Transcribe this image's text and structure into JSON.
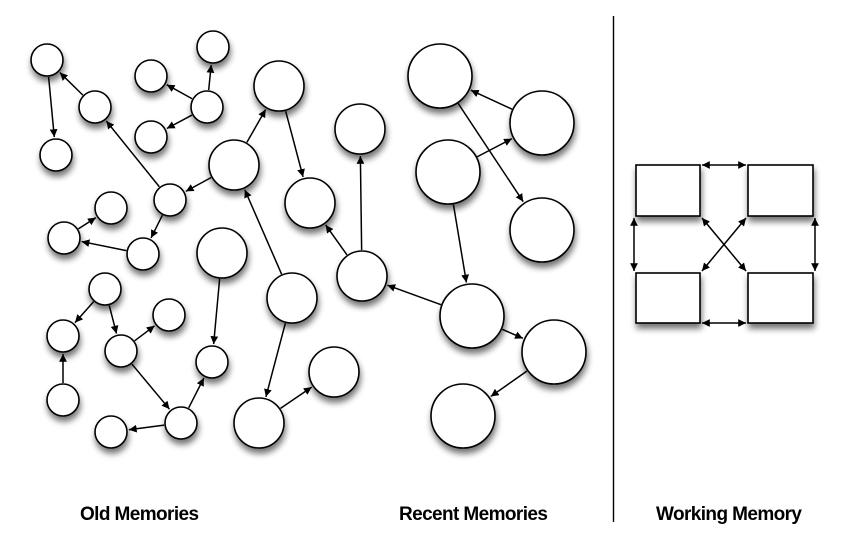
{
  "labels": {
    "old": "Old Memories",
    "recent": "Recent Memories",
    "working": "Working Memory"
  },
  "colors": {
    "node_fill": "#ffffff",
    "stroke": "#000000",
    "shadow": "#000000",
    "background": "#ffffff"
  },
  "groups": [
    {
      "id": "old",
      "name": "Old Memories",
      "nodes": [
        "c1",
        "c2",
        "c3",
        "c4",
        "c5",
        "c6",
        "c7",
        "c8",
        "c9",
        "c10",
        "c11",
        "c12",
        "c13",
        "c14",
        "c15",
        "c16",
        "c17",
        "c18",
        "c19",
        "c20",
        "c21",
        "c22",
        "c23",
        "c24",
        "c25",
        "c26",
        "c27",
        "c28"
      ]
    },
    {
      "id": "recent",
      "name": "Recent Memories",
      "nodes": [
        "r1",
        "r2",
        "r3",
        "r4",
        "r5",
        "r6",
        "r7"
      ]
    },
    {
      "id": "working",
      "name": "Working Memory",
      "nodes": [
        "w1",
        "w2",
        "w3",
        "w4"
      ]
    }
  ],
  "node_sizes": {
    "small": [
      "c1",
      "c2",
      "c3",
      "c4",
      "c5",
      "c6",
      "c7",
      "c9",
      "c10",
      "c11",
      "c12",
      "c14",
      "c15",
      "c16",
      "c17",
      "c18",
      "c19",
      "c20",
      "c21"
    ],
    "medium": [
      "c8",
      "c13",
      "c22",
      "c23",
      "c24",
      "c25",
      "c26",
      "c27",
      "c28"
    ],
    "large": [
      "r1",
      "r2",
      "r3",
      "r4",
      "r5",
      "r6",
      "r7"
    ]
  },
  "edges": [
    {
      "from": "c1",
      "to": "c2"
    },
    {
      "from": "c3",
      "to": "c1"
    },
    {
      "from": "c6",
      "to": "c4"
    },
    {
      "from": "c6",
      "to": "c5"
    },
    {
      "from": "c6",
      "to": "c7"
    },
    {
      "from": "c9",
      "to": "c3"
    },
    {
      "from": "c8",
      "to": "c9"
    },
    {
      "from": "c8",
      "to": "c23"
    },
    {
      "from": "c9",
      "to": "c12"
    },
    {
      "from": "c12",
      "to": "c11"
    },
    {
      "from": "c11",
      "to": "c10"
    },
    {
      "from": "c27",
      "to": "c8"
    },
    {
      "from": "c23",
      "to": "c24"
    },
    {
      "from": "c26",
      "to": "c24"
    },
    {
      "from": "c26",
      "to": "c25"
    },
    {
      "from": "c13",
      "to": "c19"
    },
    {
      "from": "c14",
      "to": "c15"
    },
    {
      "from": "c14",
      "to": "c16"
    },
    {
      "from": "c16",
      "to": "c17"
    },
    {
      "from": "c16",
      "to": "c20"
    },
    {
      "from": "c18",
      "to": "c15"
    },
    {
      "from": "c20",
      "to": "c21"
    },
    {
      "from": "c20",
      "to": "c19"
    },
    {
      "from": "c27",
      "to": "c22"
    },
    {
      "from": "c22",
      "to": "c28"
    },
    {
      "from": "r2",
      "to": "r1"
    },
    {
      "from": "r3",
      "to": "r2"
    },
    {
      "from": "r1",
      "to": "r4"
    },
    {
      "from": "r3",
      "to": "r5"
    },
    {
      "from": "r5",
      "to": "c26"
    },
    {
      "from": "r5",
      "to": "r6"
    },
    {
      "from": "r6",
      "to": "r7"
    }
  ],
  "working_edges": [
    {
      "from": "w1",
      "to": "w2",
      "bidirectional": true
    },
    {
      "from": "w3",
      "to": "w4",
      "bidirectional": true
    },
    {
      "from": "w1",
      "to": "w3",
      "bidirectional": true
    },
    {
      "from": "w2",
      "to": "w4",
      "bidirectional": true
    },
    {
      "from": "w1",
      "to": "w4",
      "bidirectional": true
    },
    {
      "from": "w2",
      "to": "w3",
      "bidirectional": true
    }
  ]
}
